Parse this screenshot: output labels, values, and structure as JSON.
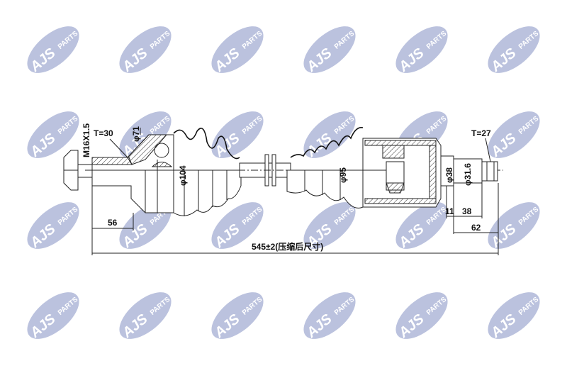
{
  "watermark": {
    "brand": "AJS",
    "sub": "PARTS",
    "color": "#aab3d6"
  },
  "labels": {
    "thread": "M16X1.5",
    "torque_left": "T=30",
    "dia_71": "φ71",
    "dia_104": "φ104",
    "dia_95": "φ95",
    "dia_38": "φ38",
    "dia_31_6": "φ31.6",
    "torque_right": "T=27",
    "len_56": "56",
    "len_11": "11",
    "len_38": "38",
    "len_62": "62",
    "total_length": "545±2(压缩后尺寸)"
  }
}
